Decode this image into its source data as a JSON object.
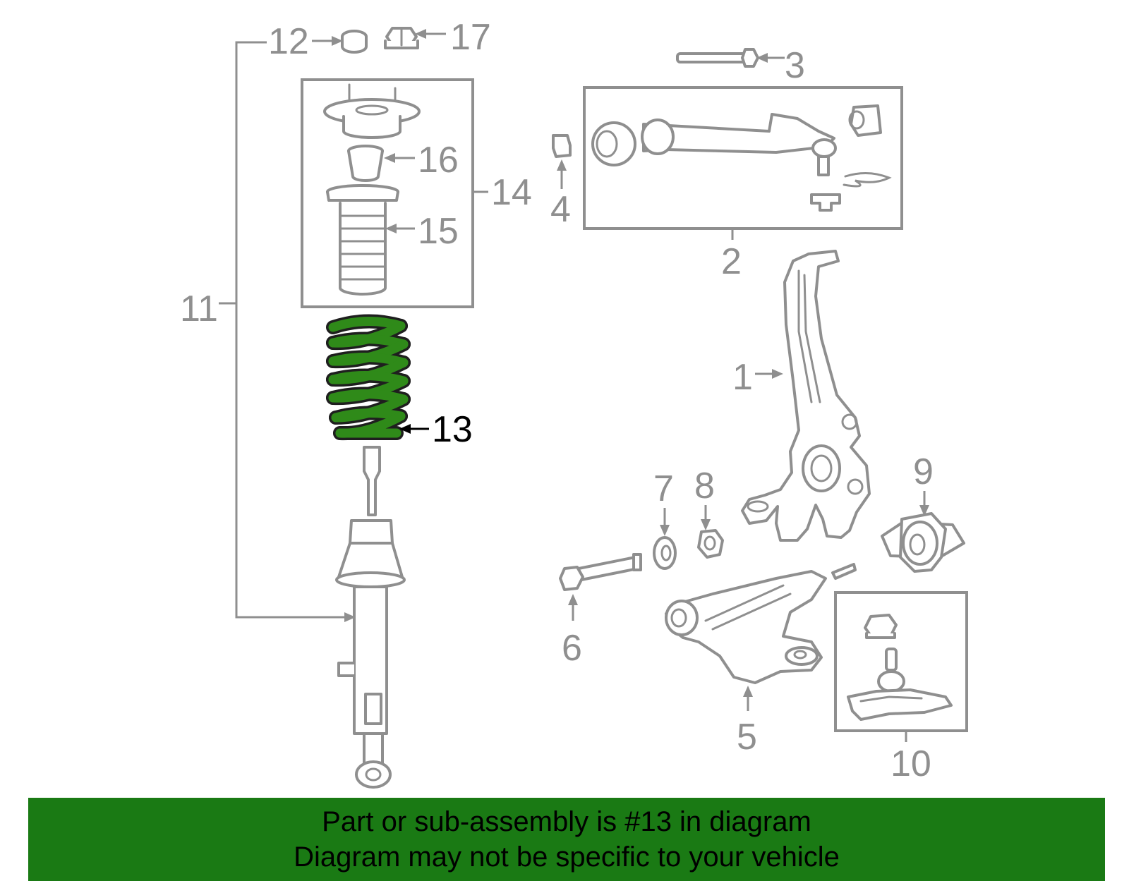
{
  "diagram": {
    "callouts": {
      "c1": "1",
      "c2": "2",
      "c3": "3",
      "c4": "4",
      "c5": "5",
      "c6": "6",
      "c7": "7",
      "c8": "8",
      "c9": "9",
      "c10": "10",
      "c11": "11",
      "c12": "12",
      "c13": "13",
      "c14": "14",
      "c15": "15",
      "c16": "16",
      "c17": "17"
    },
    "highlighted_part": "13",
    "colors": {
      "highlight": "#2f8a19",
      "line": "#8f8f8f",
      "banner": "#1a7a14"
    }
  },
  "banner": {
    "line1": "Part or sub-assembly is #13 in diagram",
    "line2": "Diagram may not be specific to your vehicle"
  }
}
